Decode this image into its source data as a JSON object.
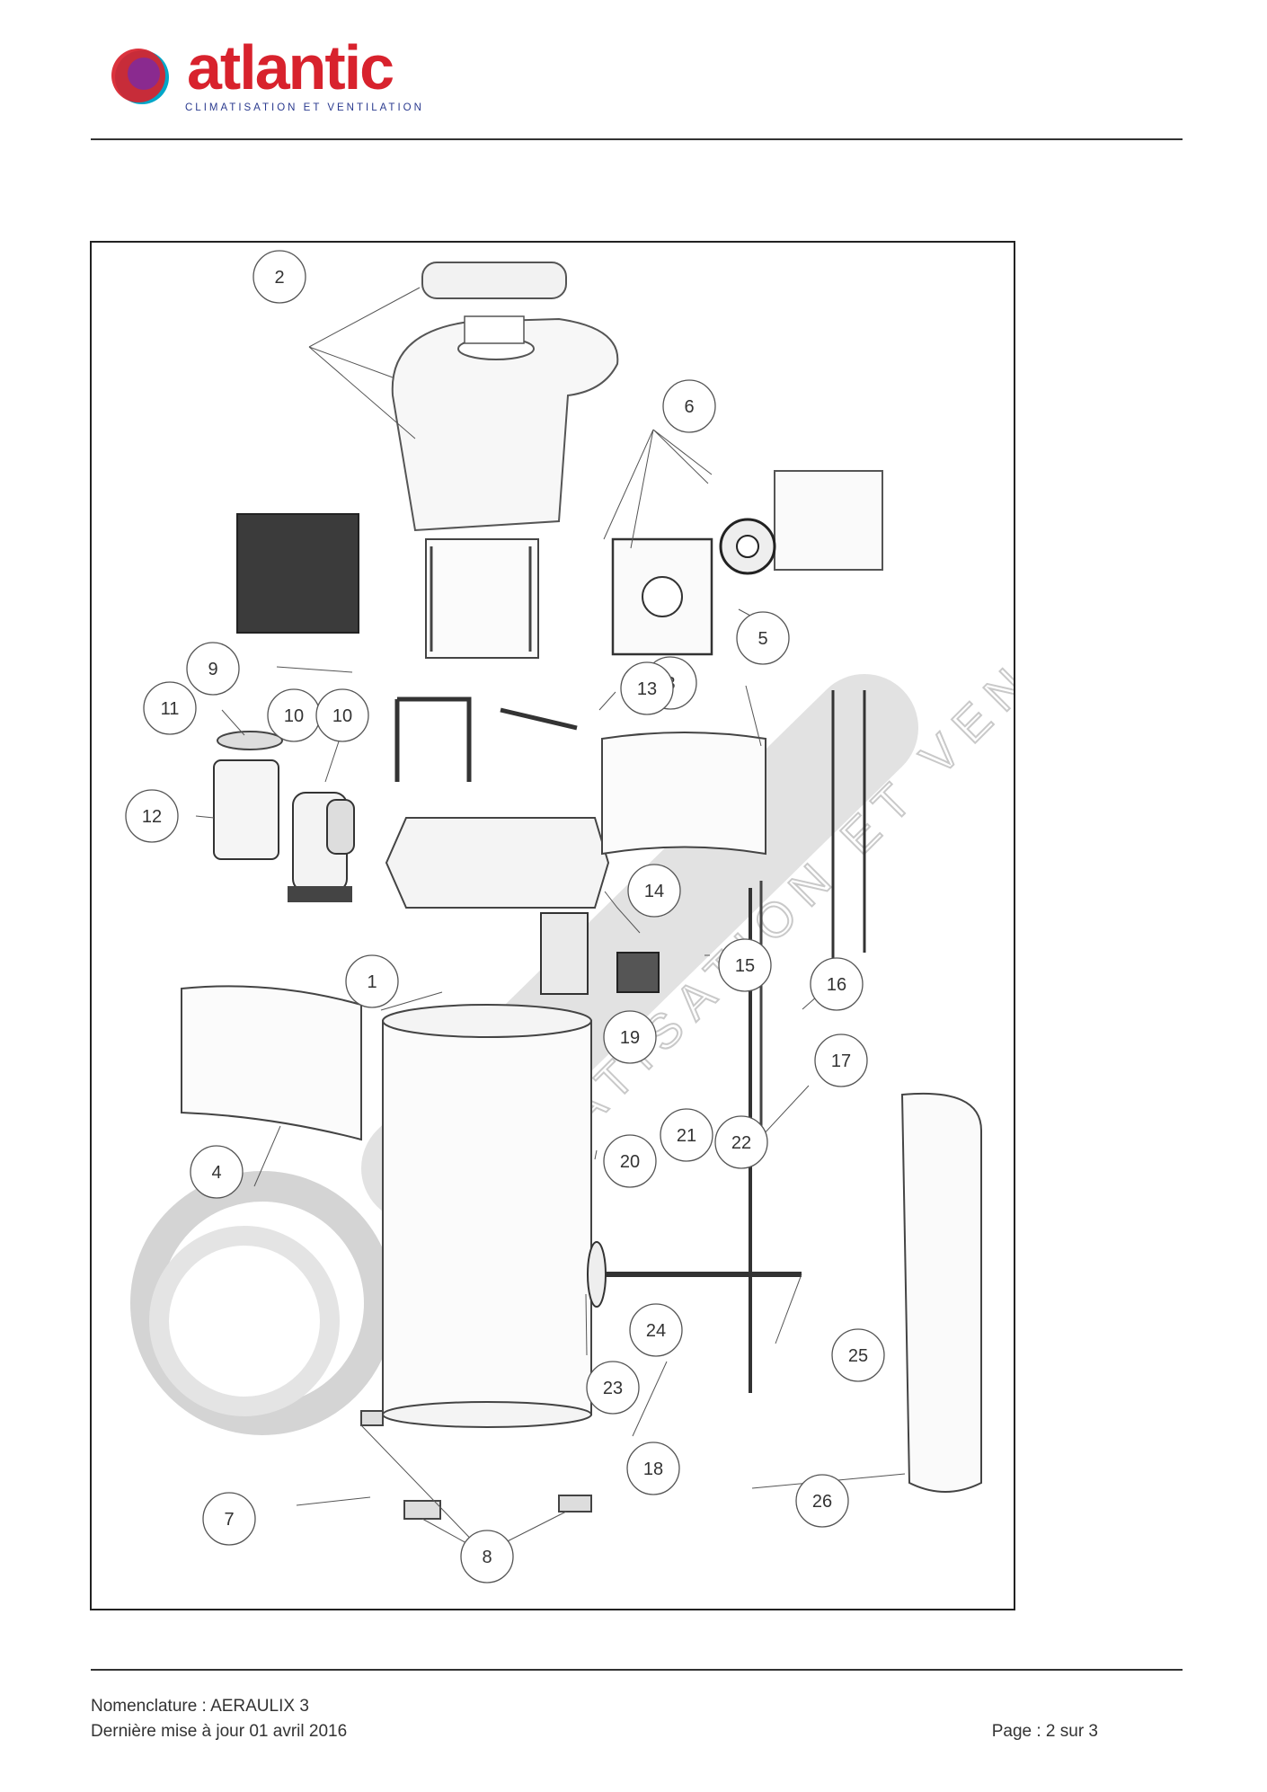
{
  "header": {
    "brand": "atlantic",
    "tagline": "CLIMATISATION ET VENTILATION",
    "logo_icon": "atlantic-logo-mark"
  },
  "diagram": {
    "watermark_tagline": "CLIMATISATION ET VENTILATION",
    "callouts": [
      "1",
      "2",
      "3",
      "4",
      "5",
      "6",
      "7",
      "8",
      "9",
      "10",
      "10",
      "11",
      "12",
      "13",
      "14",
      "15",
      "16",
      "17",
      "18",
      "19",
      "20",
      "21",
      "22",
      "23",
      "24",
      "25",
      "26"
    ]
  },
  "footer": {
    "nomenclature": "Nomenclature : AERAULIX 3",
    "updated": "Dernière mise à jour 01 avril 2016",
    "page": "Page : 2 sur 3"
  },
  "colors": {
    "brand_red": "#d8222d",
    "brand_blue": "#2a3a8f",
    "brand_purple": "#8a2a8f",
    "brand_cyan": "#00a6c8"
  }
}
